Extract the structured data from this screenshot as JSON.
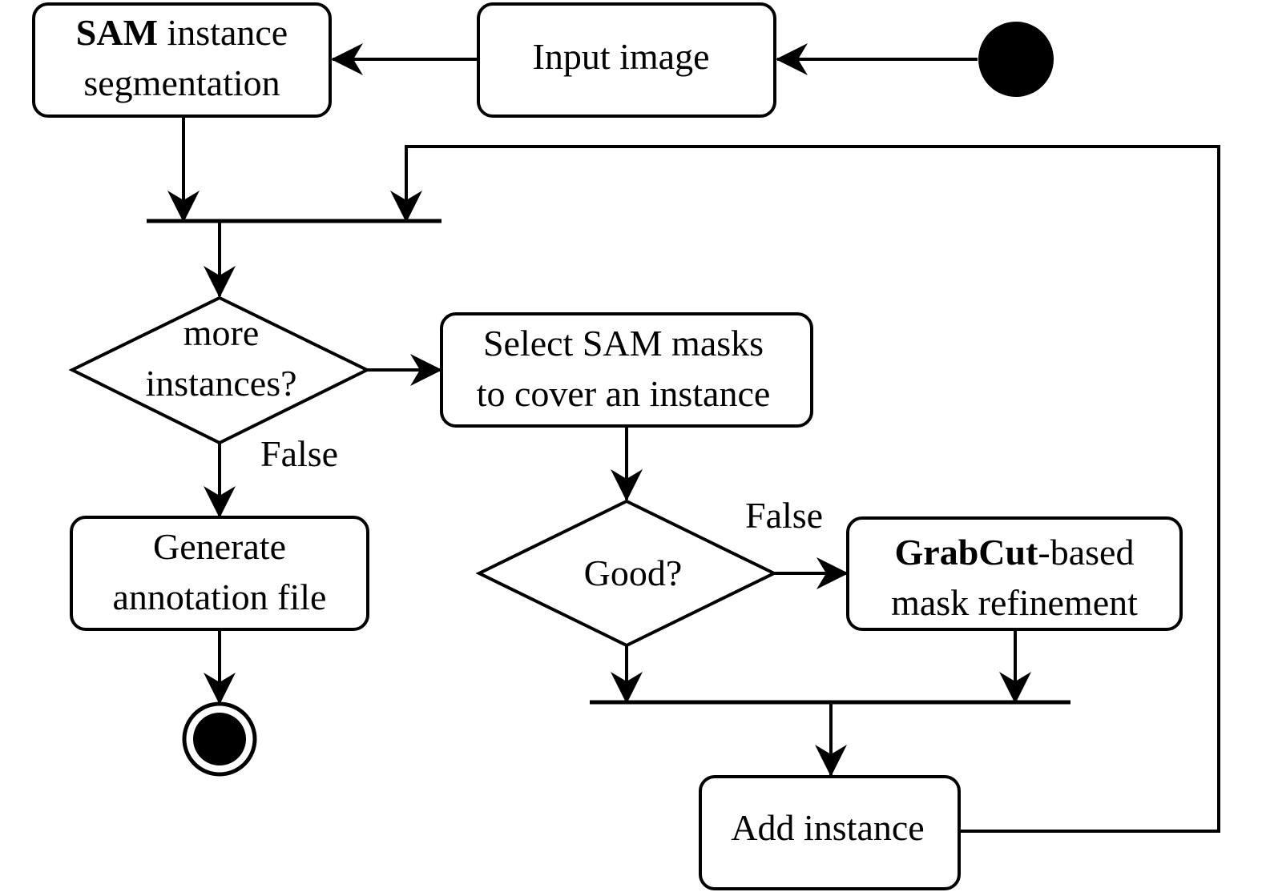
{
  "diagram": {
    "type": "uml-activity",
    "nodes": {
      "sam": {
        "bold": "SAM",
        "rest": " instance",
        "line2": "segmentation"
      },
      "input": {
        "label": "Input image"
      },
      "select": {
        "line1": "Select SAM masks",
        "line2": "to cover an instance"
      },
      "more": {
        "line1": "more",
        "line2": "instances?"
      },
      "generate": {
        "line1": "Generate",
        "line2": "annotation file"
      },
      "good": {
        "label": "Good?"
      },
      "grabcut": {
        "bold": "GrabCut",
        "rest": "-based",
        "line2": "mask refinement"
      },
      "add": {
        "label": "Add instance"
      }
    },
    "edge_labels": {
      "more_false": "False",
      "good_false": "False"
    },
    "start_node": "initial-node",
    "end_node": "final-node",
    "stroke_color": "#000000",
    "fill_color": "#ffffff"
  }
}
